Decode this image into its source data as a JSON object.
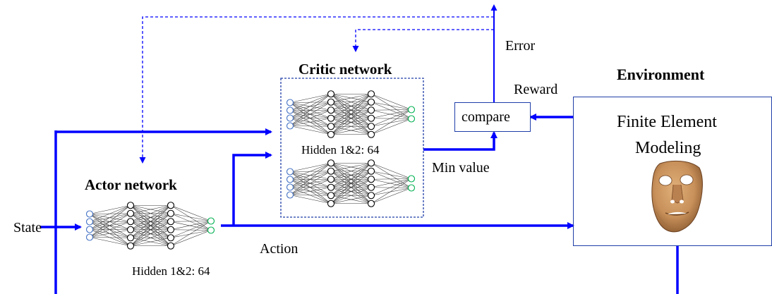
{
  "labels": {
    "state": "State",
    "action": "Action",
    "min_value": "Min value",
    "error": "Error",
    "reward": "Reward",
    "compare": "compare",
    "environment": "Environment",
    "fem_line1": "Finite Element",
    "fem_line2": "Modeling",
    "critic_title": "Critic network",
    "critic_hidden": "Hidden 1&2: 64",
    "actor_title": "Actor network",
    "actor_hidden": "Hidden 1&2: 64"
  },
  "colors": {
    "arrow": "#0000ff",
    "network_input": "#4472c4",
    "network_output": "#00b050",
    "network_hidden": "#000000",
    "face": "#c8905a"
  },
  "icons": {
    "fem_image": "face-mask-mesh-icon"
  }
}
